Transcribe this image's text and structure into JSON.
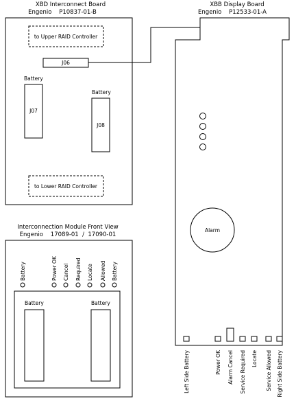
{
  "interconnect_board": {
    "title": "XBD Interconnect Board",
    "subtitle": "Engenio    P10837-01-B",
    "upper_controller": "to Upper RAID Controller",
    "lower_controller": "to Lower RAID Controller",
    "j06": "J06",
    "battery_left_label": "Battery",
    "j07": "J07",
    "battery_right_label": "Battery",
    "j08": "J08"
  },
  "display_board": {
    "title": "XBB Display Board",
    "subtitle": "Engenio    P12533-01-A",
    "alarm": "Alarm",
    "labels": [
      "Left Side Battery",
      "Power OK",
      "Alarm Cancel",
      "Service Required",
      "Locate",
      "Service Allowed",
      "Right Side Battery"
    ]
  },
  "front_view": {
    "title": "Interconnection Module Front View",
    "subtitle": "Engenio    17089-01  /  17090-01",
    "indicators": [
      "Battery",
      "Power OK",
      "Cancel",
      "Required",
      "Locate",
      "Allowed",
      "Battery"
    ],
    "battery_left": "Battery",
    "battery_right": "Battery"
  }
}
